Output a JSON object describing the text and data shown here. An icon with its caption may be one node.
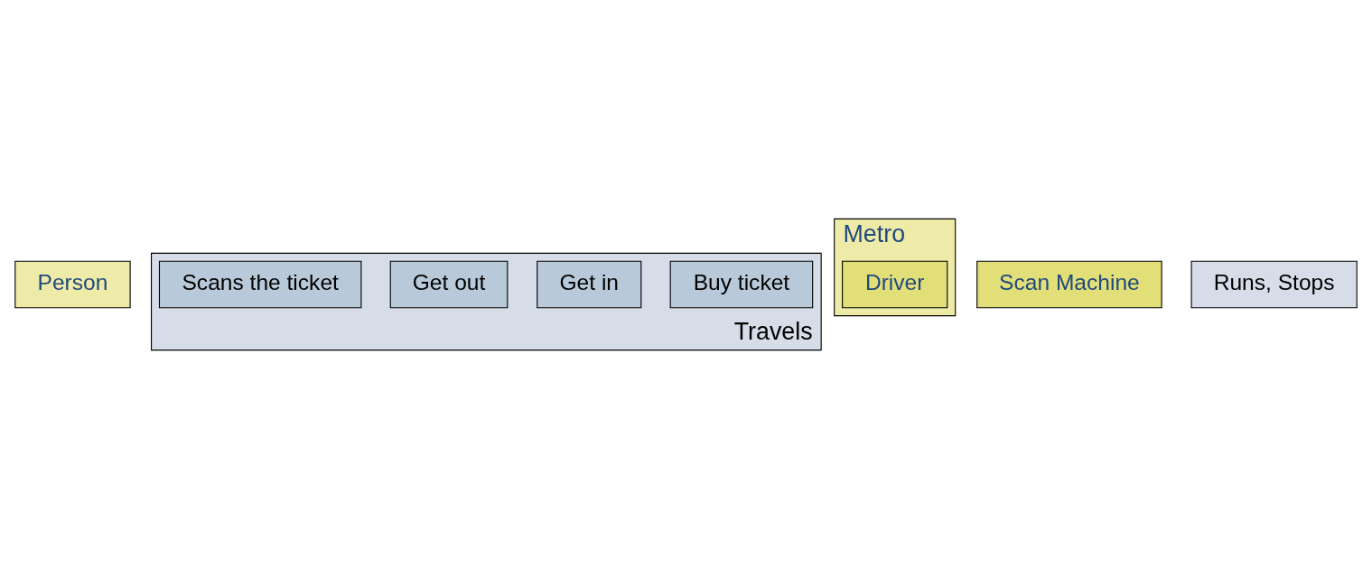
{
  "diagram": {
    "nodes": [
      {
        "text": [
          "Person"
        ]
      },
      {
        "text": [
          "Travels"
        ]
      },
      {
        "text": [
          "Buy ticket"
        ],
        "in": 1
      },
      {
        "text": [
          "Get in"
        ],
        "in": 1
      },
      {
        "text": [
          "Get out"
        ],
        "in": 1
      },
      {
        "text": [
          "Scans the ticket"
        ],
        "in": 1
      },
      {
        "text": [
          "Metro"
        ]
      },
      {
        "text": [
          "Driver"
        ],
        "in": 6
      },
      {
        "text": [
          "Scan Machine"
        ]
      },
      {
        "text": [
          "Runs, Stops"
        ]
      }
    ]
  }
}
